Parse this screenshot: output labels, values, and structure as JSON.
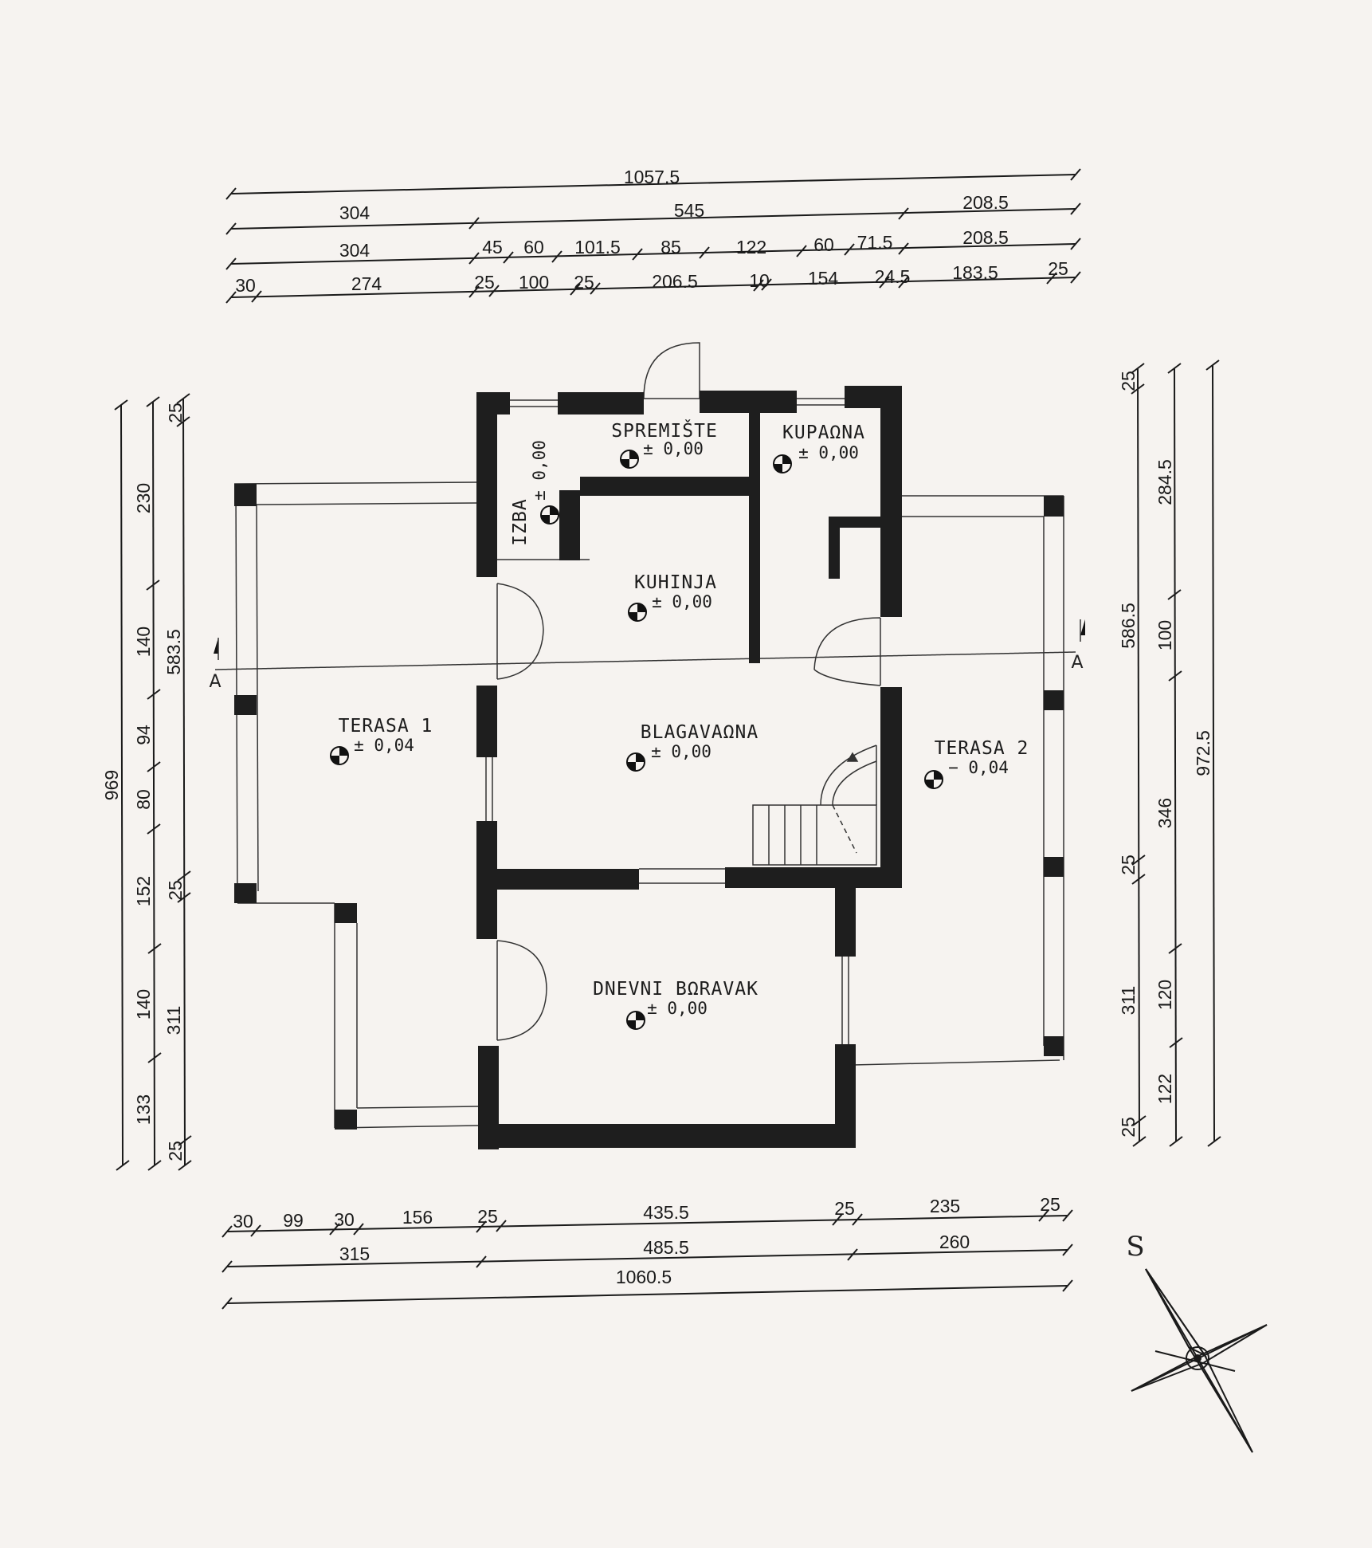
{
  "dimensions": {
    "top_total": "1057.5",
    "top_row2": [
      "304",
      "545",
      "208.5"
    ],
    "top_row3": [
      "304",
      "45",
      "60",
      "101.5",
      "85",
      "122",
      "60",
      "71.5",
      "208.5"
    ],
    "top_row4": [
      "30",
      "274",
      "25",
      "100",
      "25",
      "206.5",
      "10",
      "154",
      "24.5",
      "183.5",
      "25"
    ],
    "bottom_row1": [
      "30",
      "99",
      "30",
      "156",
      "25",
      "435.5",
      "25",
      "235",
      "25"
    ],
    "bottom_row2": [
      "315",
      "485.5",
      "260"
    ],
    "bottom_total": "1060.5",
    "left_outer": [
      "230",
      "140",
      "94",
      "80",
      "152",
      "140",
      "133"
    ],
    "left_total": "969",
    "left_mid": [
      "583.5",
      "311"
    ],
    "left_inner": [
      "25",
      "25",
      "25"
    ],
    "right_inner": [
      "25",
      "586.5",
      "25",
      "311",
      "25"
    ],
    "right_mid": [
      "284.5",
      "100",
      "346",
      "120",
      "122"
    ],
    "right_total": "972.5"
  },
  "rooms": [
    {
      "id": "izba",
      "name": "IZBA",
      "level": "± 0,00"
    },
    {
      "id": "spremiste",
      "name": "SPREMIŠTE",
      "level": "± 0,00"
    },
    {
      "id": "kupaona",
      "name": "KUPAΩNA",
      "level": "± 0,00"
    },
    {
      "id": "kuhinja",
      "name": "KUHINJA",
      "level": "± 0,00"
    },
    {
      "id": "terasa1",
      "name": "TERASA 1",
      "level": "± 0,04"
    },
    {
      "id": "blagavaona",
      "name": "BLAGAVAΩNA",
      "level": "± 0,00"
    },
    {
      "id": "terasa2",
      "name": "TERASA 2",
      "level": "− 0,04"
    },
    {
      "id": "dnevni",
      "name": "DNEVNI BΩRAVAK",
      "level": "± 0,00"
    }
  ],
  "section_marks": [
    "A",
    "A"
  ],
  "compass_label": "S"
}
